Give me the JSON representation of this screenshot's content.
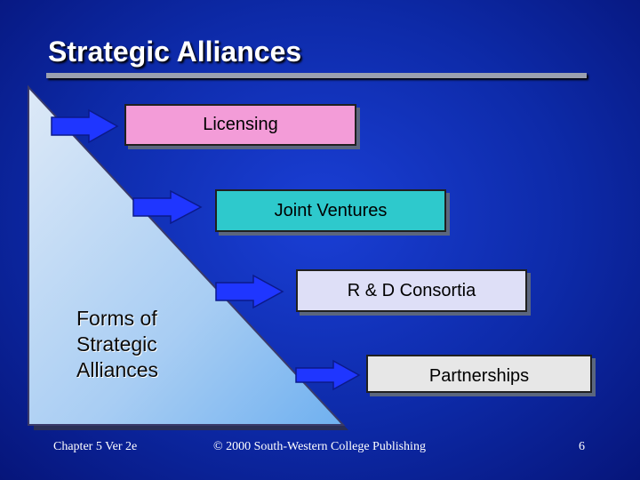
{
  "slide": {
    "title": "Strategic Alliances",
    "side_label_lines": [
      "Forms of",
      "Strategic",
      "Alliances"
    ],
    "items": [
      {
        "label": "Licensing",
        "color": "#f39cd8"
      },
      {
        "label": "Joint Ventures",
        "color": "#2ec9cc"
      },
      {
        "label": "R & D Consortia",
        "color": "#dedff7"
      },
      {
        "label": "Partnerships",
        "color": "#e7e7e7"
      }
    ],
    "arrow_color": "#1f36ff"
  },
  "footer": {
    "left": "Chapter 5 Ver 2e",
    "center": "© 2000 South-Western College Publishing",
    "page_number": "6"
  }
}
